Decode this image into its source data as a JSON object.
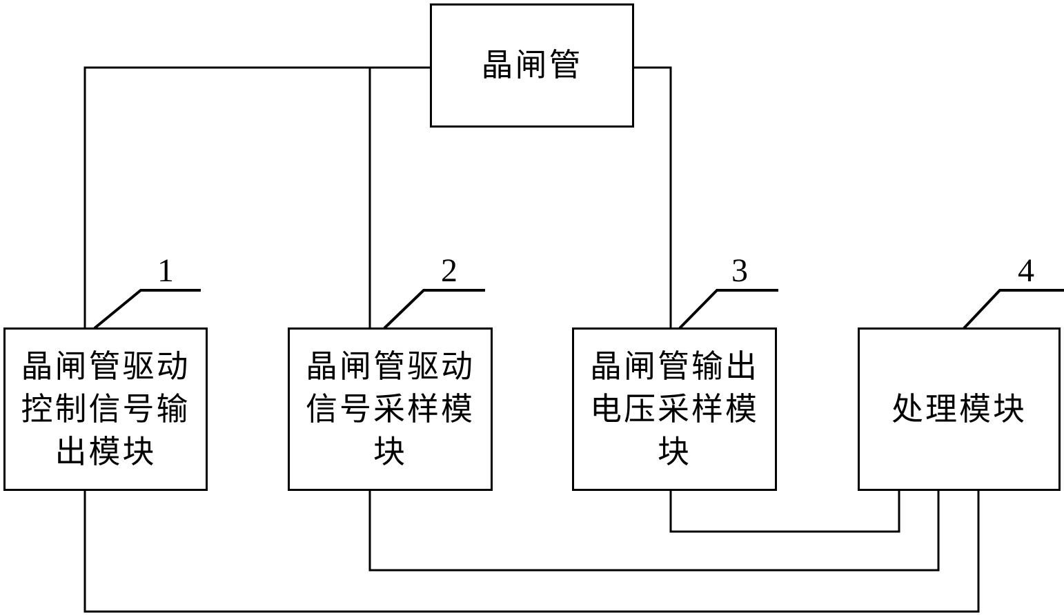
{
  "diagram": {
    "background_color": "#ffffff",
    "line_color": "#000000",
    "top_box": {
      "text": "晶闸管"
    },
    "modules": [
      {
        "ref": "1",
        "text": "晶闸管驱动\n控制信号输\n出模块"
      },
      {
        "ref": "2",
        "text": "晶闸管驱动\n信号采样模\n块"
      },
      {
        "ref": "3",
        "text": "晶闸管输出\n电压采样模\n块"
      },
      {
        "ref": "4",
        "text": "处理模块"
      }
    ]
  }
}
